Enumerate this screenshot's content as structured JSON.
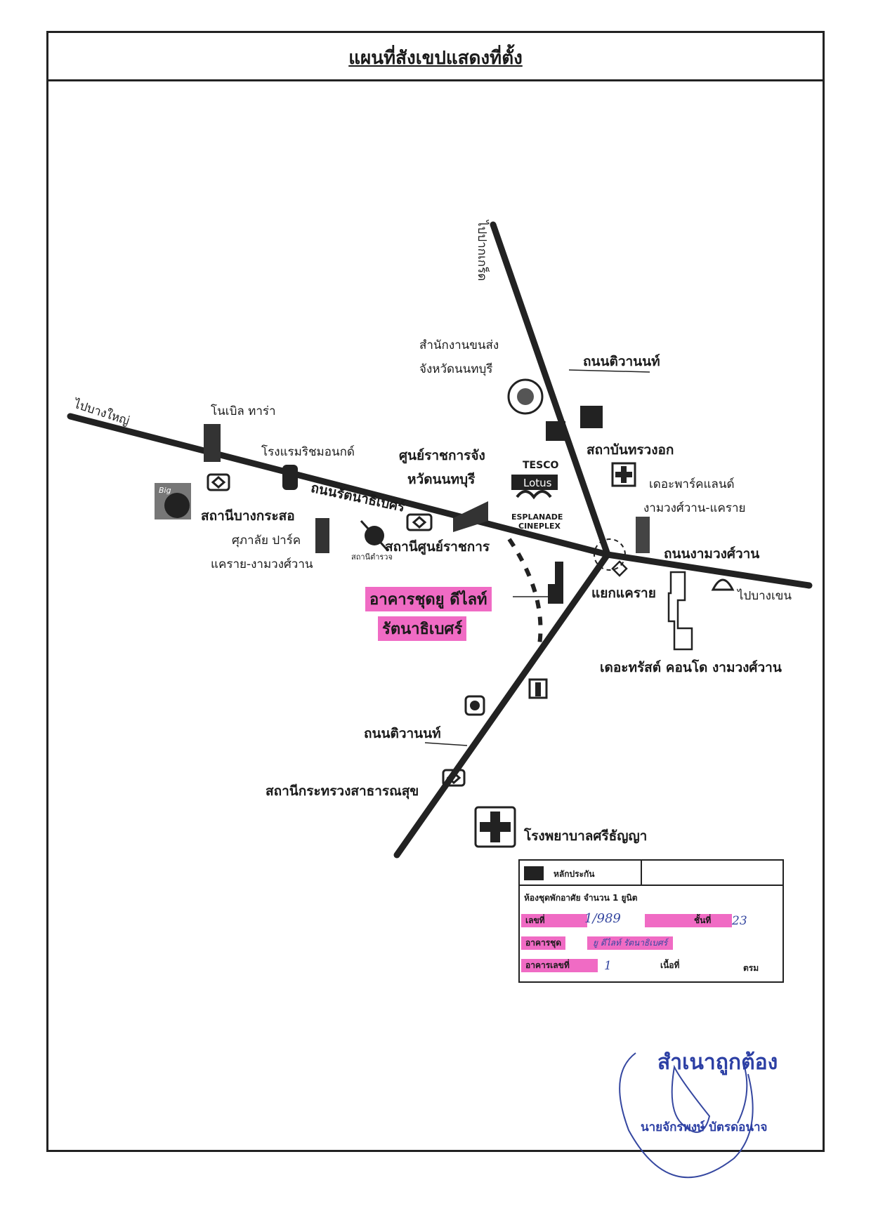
{
  "title": "แผนที่สังเขปแสดงที่ตั้ง",
  "directions": {
    "to_pakkret": "ไปปากเกร็ด",
    "to_bangyai": "ไปบางใหญ่",
    "to_bangkhen": "ไปบางเขน"
  },
  "roads": {
    "tiwanon_north": "ถนนติวานนท์",
    "rattanathibet": "ถนนรัตนาธิเบศร์",
    "ngamwongwan": "ถนนงามวงศ์วาน",
    "tiwanon_south": "ถนนติวานนท์"
  },
  "landmarks": {
    "transport_office_1": "สำนักงานขนส่ง",
    "transport_office_2": "จังหวัดนนทบุรี",
    "noble_tara": "โนเบิล ทาร่า",
    "riverside_hotel": "โรงแรมริชมอนกด์",
    "govt_center_1": "ศูนย์ราชการจัง",
    "govt_center_2": "หวัดนนทบุรี",
    "tesco": "TESCO",
    "lotus": "Lotus",
    "esplanade_1": "ESPLANADE",
    "esplanade_2": "CINEPLEX",
    "bigc": "Big",
    "sathaban_thorawong": "สถาบันทรวงอก",
    "park_land_1": "เดอะพาร์คแลนด์",
    "park_land_2": "งามวงศ์วาน-แคราย",
    "bang_krasor": "สถานีบางกระสอ",
    "supalai_1": "ศุภาลัย ปาร์ค",
    "supalai_2": "แคราย-งามวงศ์วาน",
    "police_station": "สถานีตำรวจ",
    "govt_station": "สถานีศูนย์ราชการ",
    "khae_rai_junction": "แยกแคราย",
    "trust_condo": "เดอะทรัสต์ คอนโด งามวงศ์วาน",
    "public_health_station": "สถานีกระทรวงสาธารณสุข",
    "srithanya_hospital": "โรงพยาบาลศรีธัญญา"
  },
  "project": {
    "line1": "อาคารชุดยู ดีไลท์",
    "line2": "รัตนาธิเบศร์"
  },
  "legend": {
    "collateral": "หลักประกัน",
    "unit_desc": "ห้องชุดพักอาศัย จำนวน 1 ยูนิต",
    "no_label": "เลขที่",
    "no_value": "1/989",
    "floor_label": "ชั้นที่",
    "floor_value": "23",
    "building_label": "อาคารชุด",
    "building_value": "ยู ดีไลท์ รัตนาธิเบศร์",
    "bldg_no_label": "อาคารเลขที่",
    "bldg_no_value": "1",
    "area_label": "เนื้อที่",
    "area_unit": "ตรม"
  },
  "certification": {
    "stamp": "สำเนาถูกต้อง",
    "name": "นายจักรพงษ์ บัตรดอนาจ"
  },
  "colors": {
    "highlight": "#f06bc4",
    "ink": "#1a1a1a",
    "stamp_blue": "#2c3fa4"
  }
}
